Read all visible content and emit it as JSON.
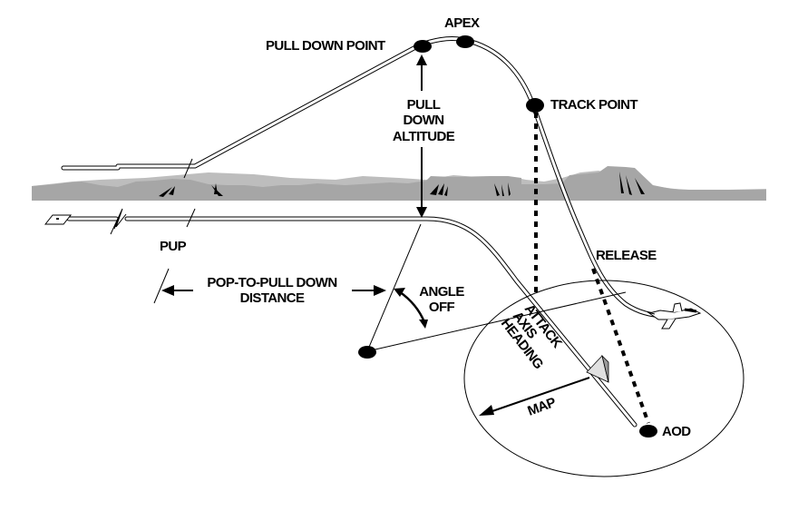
{
  "diagram": {
    "type": "pop-up attack profile",
    "labels": {
      "pull_down_point": "PULL DOWN POINT",
      "apex": "APEX",
      "track_point": "TRACK POINT",
      "pull_down_altitude": [
        "PULL",
        "DOWN",
        "ALTITUDE"
      ],
      "pup": "PUP",
      "pop_to_pull_down_distance": [
        "POP-TO-PULL DOWN",
        "DISTANCE"
      ],
      "angle_off": [
        "ANGLE",
        "OFF"
      ],
      "attack_axis_heading": [
        "ATTACK",
        "AXIS",
        "HEADING"
      ],
      "release": "RELEASE",
      "map": "MAP",
      "aod": "AOD"
    },
    "colors": {
      "terrain_dark": "#a6a6a6",
      "terrain_light": "#bdbdbd",
      "ink": "#000000",
      "target_light": "#e0e0e0",
      "target_dark": "#9a9a9a"
    },
    "icons": {
      "start_marker": "ip-marker-icon",
      "aircraft": "fighter-jet-icon",
      "target": "target-pyramid-icon"
    }
  }
}
